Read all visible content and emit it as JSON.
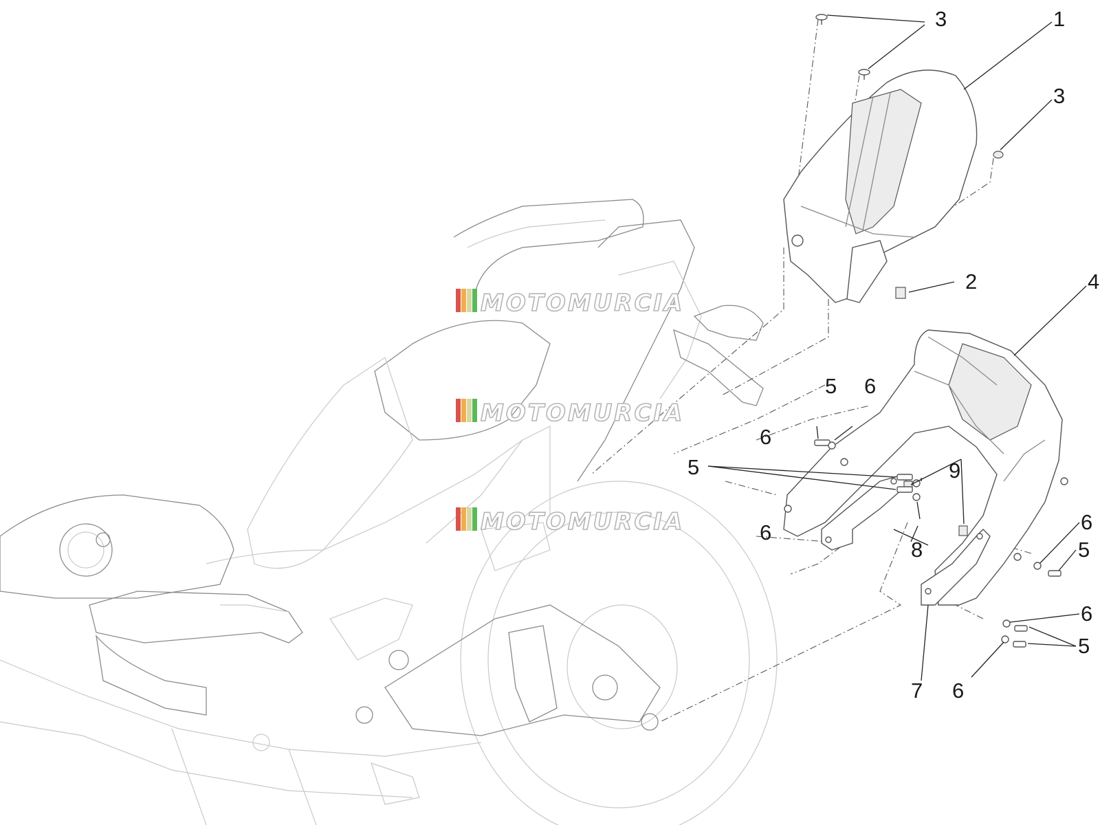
{
  "watermark": {
    "text": "MOTOMURCIA",
    "stripe_colors": [
      "#d9534f",
      "#f0ad4e",
      "#d8d8a0",
      "#5cb85c"
    ]
  },
  "callouts": [
    {
      "id": "c1",
      "label": "1"
    },
    {
      "id": "c2",
      "label": "2"
    },
    {
      "id": "c3a",
      "label": "3"
    },
    {
      "id": "c3b",
      "label": "3"
    },
    {
      "id": "c4",
      "label": "4"
    },
    {
      "id": "c5a",
      "label": "5"
    },
    {
      "id": "c5b",
      "label": "5"
    },
    {
      "id": "c5c",
      "label": "5"
    },
    {
      "id": "c5d",
      "label": "5"
    },
    {
      "id": "c6a",
      "label": "6"
    },
    {
      "id": "c6b",
      "label": "6"
    },
    {
      "id": "c6c",
      "label": "6"
    },
    {
      "id": "c6d",
      "label": "6"
    },
    {
      "id": "c6e",
      "label": "6"
    },
    {
      "id": "c6f",
      "label": "6"
    },
    {
      "id": "c7",
      "label": "7"
    },
    {
      "id": "c8",
      "label": "8"
    },
    {
      "id": "c9",
      "label": "9"
    }
  ]
}
